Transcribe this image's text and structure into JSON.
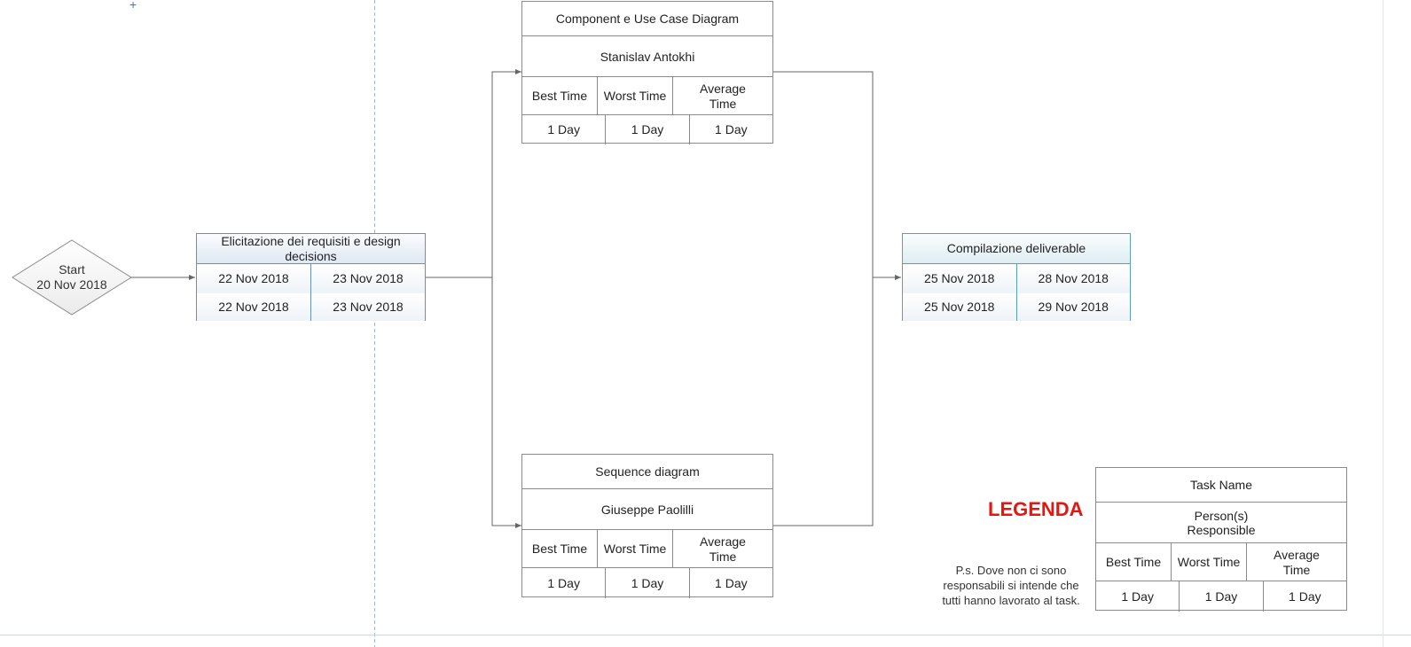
{
  "start": {
    "label": "Start",
    "date": "20 Nov 2018"
  },
  "elicitation": {
    "title": "Elicitazione dei requisiti e design decisions",
    "rows": [
      [
        "22 Nov 2018",
        "23 Nov 2018"
      ],
      [
        "22 Nov 2018",
        "23 Nov 2018"
      ]
    ]
  },
  "component": {
    "title": "Component e Use Case Diagram",
    "person": "Stanislav Antokhi",
    "headers": [
      "Best Time",
      "Worst Time",
      "Average Time"
    ],
    "values": [
      "1 Day",
      "1 Day",
      "1 Day"
    ]
  },
  "sequence": {
    "title": "Sequence diagram",
    "person": "Giuseppe Paolilli",
    "headers": [
      "Best Time",
      "Worst Time",
      "Average Time"
    ],
    "values": [
      "1 Day",
      "1 Day",
      "1 Day"
    ]
  },
  "deliverable": {
    "title": "Compilazione deliverable",
    "rows": [
      [
        "25 Nov 2018",
        "28 Nov 2018"
      ],
      [
        "25 Nov 2018",
        "29 Nov 2018"
      ]
    ]
  },
  "legend": {
    "heading": "LEGENDA",
    "task_name": "Task Name",
    "person": "Person(s) Responsible",
    "headers": [
      "Best Time",
      "Worst Time",
      "Average Time"
    ],
    "values": [
      "1 Day",
      "1 Day",
      "1 Day"
    ],
    "note": "P.s. Dove non ci sono responsabili si intende che tutti hanno lavorato al task."
  },
  "colors": {
    "legend_heading": "#e8140f",
    "blue_border": "#6a8fb9",
    "teal_border": "#5b9fb2",
    "grey_border": "#8a8a8a"
  }
}
